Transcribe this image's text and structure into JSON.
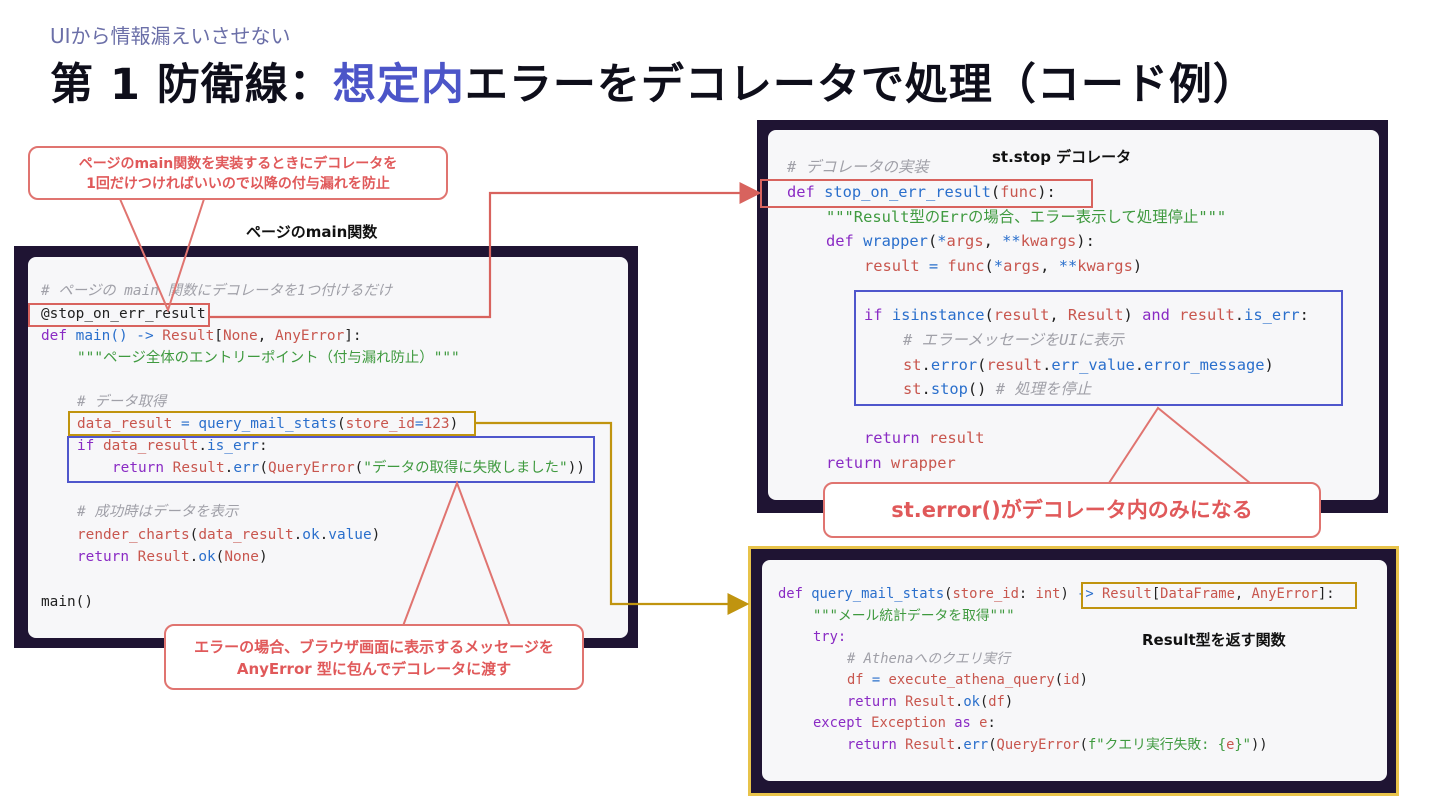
{
  "header": {
    "subtitle": "UIから情報漏えいさせない",
    "title_prefix": "第 1 防衛線：",
    "title_accent": "想定内",
    "title_suffix": "エラーをデコレータで処理（コード例）"
  },
  "colors": {
    "accent": "#4c55c8",
    "panel_dark": "#1f1433",
    "callout_red": "#e07470",
    "highlight_blue": "#4f56cc",
    "highlight_gold": "#c0940f"
  },
  "left_panel": {
    "label": "ページのmain関数",
    "callout_top": [
      "ページのmain関数を実装するときにデコレータを",
      "1回だけつければいいので以降の付与漏れを防止"
    ],
    "callout_bottom": [
      "エラーの場合、ブラウザ画面に表示するメッセージを",
      "AnyError 型に包んでデコレータに渡す"
    ],
    "code": {
      "c1": "# ページの main 関数にデコレータを1つ付けるだけ",
      "dec": "@stop_on_err_result",
      "def_kw": "def ",
      "def_name": "main",
      "def_p1": "() -> ",
      "def_type": "Result",
      "def_p2": "[",
      "def_none": "None",
      "def_p3": ", ",
      "def_any": "AnyError",
      "def_p4": "]:",
      "doc": "\"\"\"ページ全体のエントリーポイント（付与漏れ防止）\"\"\"",
      "c2": "# データ取得",
      "dr_var": "data_result",
      "dr_eq": " = ",
      "dr_fn": "query_mail_stats",
      "dr_p1": "(",
      "dr_arg": "store_id",
      "dr_eq2": "=",
      "dr_num": "123",
      "dr_p2": ")",
      "if_kw": "if ",
      "if_var": "data_result",
      "if_dot": ".",
      "if_attr": "is_err",
      "if_colon": ":",
      "ret_kw": "return ",
      "ret_type": "Result",
      "ret_dot": ".",
      "ret_fn": "err",
      "ret_p1": "(",
      "ret_cls": "QueryError",
      "ret_p2": "(",
      "ret_str": "\"データの取得に失敗しました\"",
      "ret_p3": "))",
      "c3": "# 成功時はデータを表示",
      "rc_fn": "render_charts",
      "rc_p1": "(",
      "rc_var": "data_result",
      "rc_dot": ".",
      "rc_ok": "ok",
      "rc_dot2": ".",
      "rc_val": "value",
      "rc_p2": ")",
      "r2_kw": "return ",
      "r2_type": "Result",
      "r2_dot": ".",
      "r2_fn": "ok",
      "r2_p1": "(",
      "r2_none": "None",
      "r2_p2": ")",
      "main_call": "main()"
    }
  },
  "right_top_panel": {
    "label": "st.stop デコレータ",
    "callout": "st.error()がデコレータ内のみになる",
    "code": {
      "c1": "# デコレータの実装",
      "def_kw": "def ",
      "def_name": "stop_on_err_result",
      "def_p1": "(",
      "def_arg": "func",
      "def_p2": "):",
      "doc": "\"\"\"Result型のErrの場合、エラー表示して処理停止\"\"\"",
      "w_kw": "def ",
      "w_name": "wrapper",
      "w_p1": "(",
      "w_star": "*",
      "w_args": "args",
      "w_comma": ", ",
      "w_star2": "**",
      "w_kwargs": "kwargs",
      "w_p2": "):",
      "r_var": "result",
      "r_eq": " = ",
      "r_fn": "func",
      "r_p1": "(",
      "r_star": "*",
      "r_args": "args",
      "r_comma": ", ",
      "r_star2": "**",
      "r_kwargs": "kwargs",
      "r_p2": ")",
      "if_kw": "if ",
      "if_fn": "isinstance",
      "if_p1": "(",
      "if_var": "result",
      "if_comma": ", ",
      "if_type": "Result",
      "if_p2": ") ",
      "if_and": "and ",
      "if_var2": "result",
      "if_dot": ".",
      "if_attr": "is_err",
      "if_colon": ":",
      "c2": "# エラーメッセージをUIに表示",
      "e_obj": "st",
      "e_dot": ".",
      "e_fn": "error",
      "e_p1": "(",
      "e_var": "result",
      "e_dot2": ".",
      "e_attr": "err_value",
      "e_dot3": ".",
      "e_attr2": "error_message",
      "e_p2": ")",
      "s_obj": "st",
      "s_dot": ".",
      "s_fn": "stop",
      "s_p": "() ",
      "s_c": "# 処理を停止",
      "rr_kw": "return ",
      "rr_var": "result",
      "rw_kw": "return ",
      "rw_var": "wrapper"
    }
  },
  "right_bottom_panel": {
    "label": "Result型を返す関数",
    "code": {
      "def_kw": "def ",
      "def_name": "query_mail_stats",
      "def_p1": "(",
      "def_arg": "store_id",
      "def_colon": ": ",
      "def_int": "int",
      "def_p2": ") ",
      "def_arrow": "-> ",
      "def_type": "Result",
      "def_b1": "[",
      "def_df": "DataFrame",
      "def_comma": ", ",
      "def_any": "AnyError",
      "def_b2": "]:",
      "doc": "\"\"\"メール統計データを取得\"\"\"",
      "try": "try:",
      "c1": "# Athenaへのクエリ実行",
      "df_var": "df",
      "df_eq": " = ",
      "df_fn": "execute_athena_query",
      "df_p1": "(",
      "df_arg": "id",
      "df_p2": ")",
      "r_kw": "return ",
      "r_type": "Result",
      "r_dot": ".",
      "r_fn": "ok",
      "r_p1": "(",
      "r_var": "df",
      "r_p2": ")",
      "ex_kw": "except ",
      "ex_cls": "Exception",
      "ex_as": " as ",
      "ex_var": "e",
      "ex_colon": ":",
      "re_kw": "return ",
      "re_type": "Result",
      "re_dot": ".",
      "re_fn": "err",
      "re_p1": "(",
      "re_cls": "QueryError",
      "re_p2": "(",
      "re_str1": "f\"クエリ実行失敗: {",
      "re_var": "e",
      "re_str2": "}\"",
      "re_p3": "))"
    }
  }
}
